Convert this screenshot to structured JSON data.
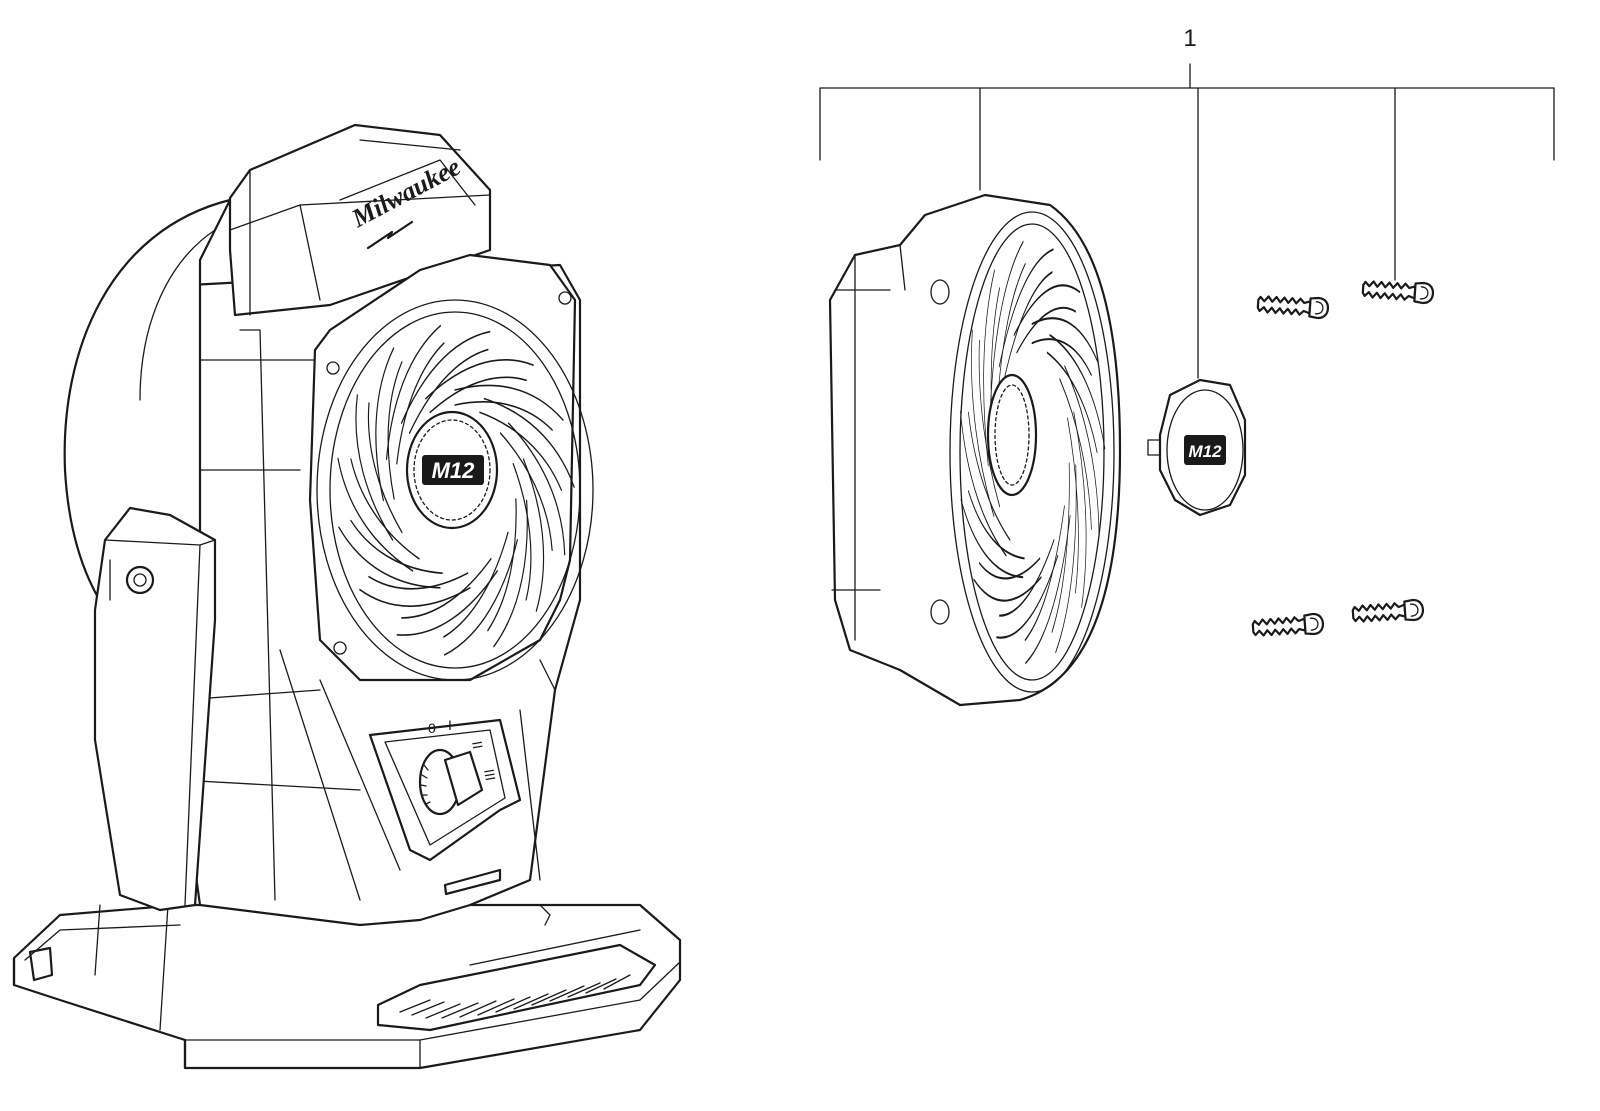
{
  "diagram": {
    "callout": {
      "number": "1"
    },
    "fan": {
      "brand": "Milwaukee",
      "badge": "M12",
      "switch_positions": [
        "0",
        "I",
        "II",
        "III"
      ]
    },
    "parts": {
      "cap_badge": "M12",
      "screw_count": 4
    }
  }
}
